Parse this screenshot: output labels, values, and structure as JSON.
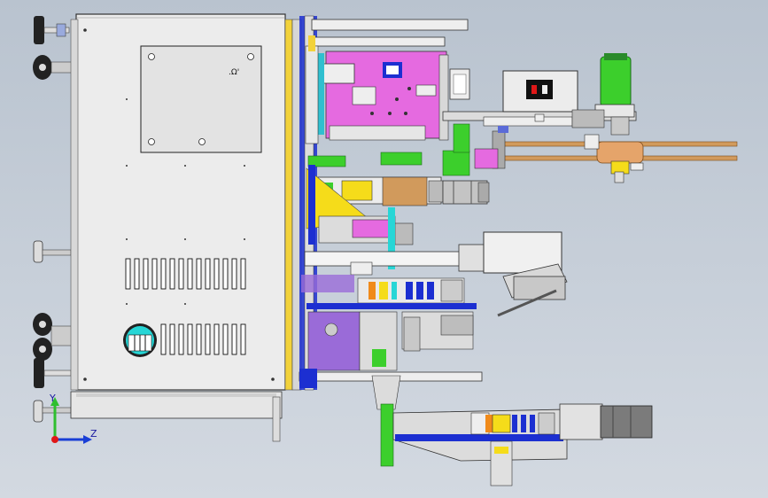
{
  "viewport": {
    "background_top": "#b9c3cf",
    "background_bottom": "#d3d9e1"
  },
  "triad": {
    "y_label": "Y",
    "z_label": "Z",
    "y_color": "#2fbf2f",
    "z_color": "#1a3fd6",
    "origin_color": "#e01818"
  },
  "cabinet": {
    "panel_text": ".Ω'",
    "body_color": "#ececec",
    "frame_color": "#f2d23a"
  },
  "palette": {
    "magenta": "#e56ae0",
    "green": "#3ccf2c",
    "blue": "#1c2fd1",
    "yellow": "#f5dc1a",
    "cyan": "#27d6d6",
    "copper": "#d19a5c",
    "gray": "#c9c9c9",
    "dark_gray": "#7b7b7b",
    "black": "#111111",
    "orange": "#f08a1a",
    "lime": "#7bf028",
    "purple": "#9a6bd8"
  },
  "icons": [
    "leveling-foot-icon",
    "caster-wheel-icon",
    "vent-slot-icon",
    "servo-motor-icon",
    "pulley-icon",
    "belt-icon",
    "coordinate-triad-icon"
  ]
}
